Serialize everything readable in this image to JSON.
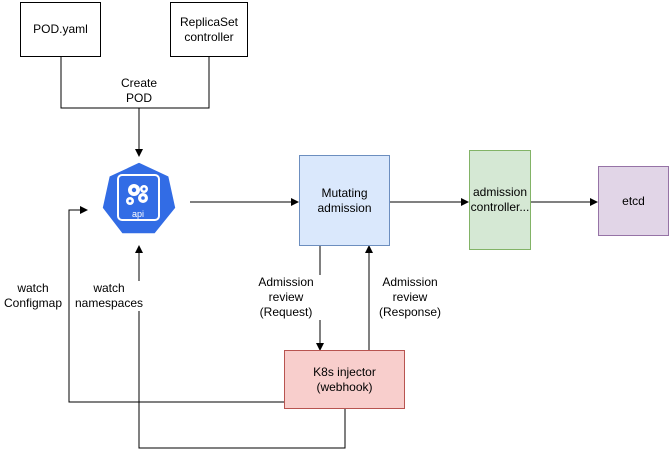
{
  "nodes": {
    "pod_yaml": "POD.yaml",
    "replicaset": "ReplicaSet\ncontroller",
    "api_icon_text": "api",
    "mutating": "Mutating\nadmission",
    "admission_controller": "admission\ncontroller...",
    "etcd": "etcd",
    "injector": "K8s injector\n(webhook)"
  },
  "edges": {
    "create_pod": "Create\nPOD",
    "review_request": "Admission\nreview\n(Request)",
    "review_response": "Admission\nreview\n(Response)",
    "watch_configmap": "watch\nConfigmap",
    "watch_namespaces": "watch\nnamespaces"
  },
  "colors": {
    "k8s_blue": "#326CE5",
    "mutating_fill": "#dae8fc",
    "mutating_stroke": "#6c8ebf",
    "admission_fill": "#d5e8d4",
    "admission_stroke": "#82b366",
    "etcd_fill": "#e1d5e7",
    "etcd_stroke": "#9673a6",
    "injector_fill": "#f8cecc",
    "injector_stroke": "#b85450"
  },
  "icons": {
    "api": "kubernetes-helm-icon"
  }
}
